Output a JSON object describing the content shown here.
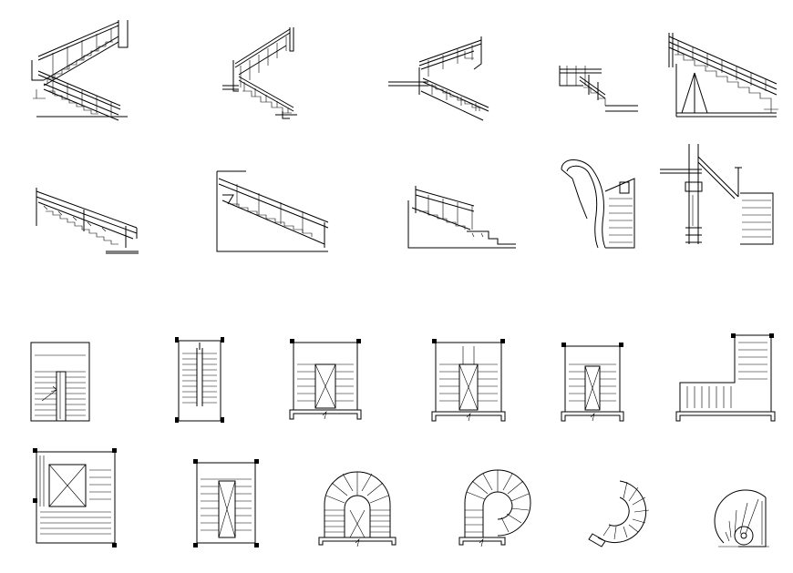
{
  "sheet": {
    "background": "#ffffff",
    "line_color": "#000000"
  },
  "elevations": [
    {
      "kind": "dog-leg-double"
    },
    {
      "kind": "dog-leg-open"
    },
    {
      "kind": "half-turn-landing"
    },
    {
      "kind": "short-flight-landing"
    },
    {
      "kind": "inclined-truss"
    },
    {
      "kind": "straight-stringer"
    },
    {
      "kind": "straight-wall-support"
    },
    {
      "kind": "straight-with-landing"
    },
    {
      "kind": "curved-curtail"
    },
    {
      "kind": "newel-section"
    }
  ],
  "plans": [
    {
      "kind": "well-open"
    },
    {
      "kind": "dog-leg-narrow"
    },
    {
      "kind": "dog-leg-cross"
    },
    {
      "kind": "triple-flight"
    },
    {
      "kind": "dog-leg-small"
    },
    {
      "kind": "l-shape"
    },
    {
      "kind": "quarter-turn-square"
    },
    {
      "kind": "dog-leg-wide"
    },
    {
      "kind": "arched-horseshoe"
    },
    {
      "kind": "half-spiral"
    },
    {
      "kind": "spiral-open"
    },
    {
      "kind": "spiral-quarter"
    }
  ]
}
